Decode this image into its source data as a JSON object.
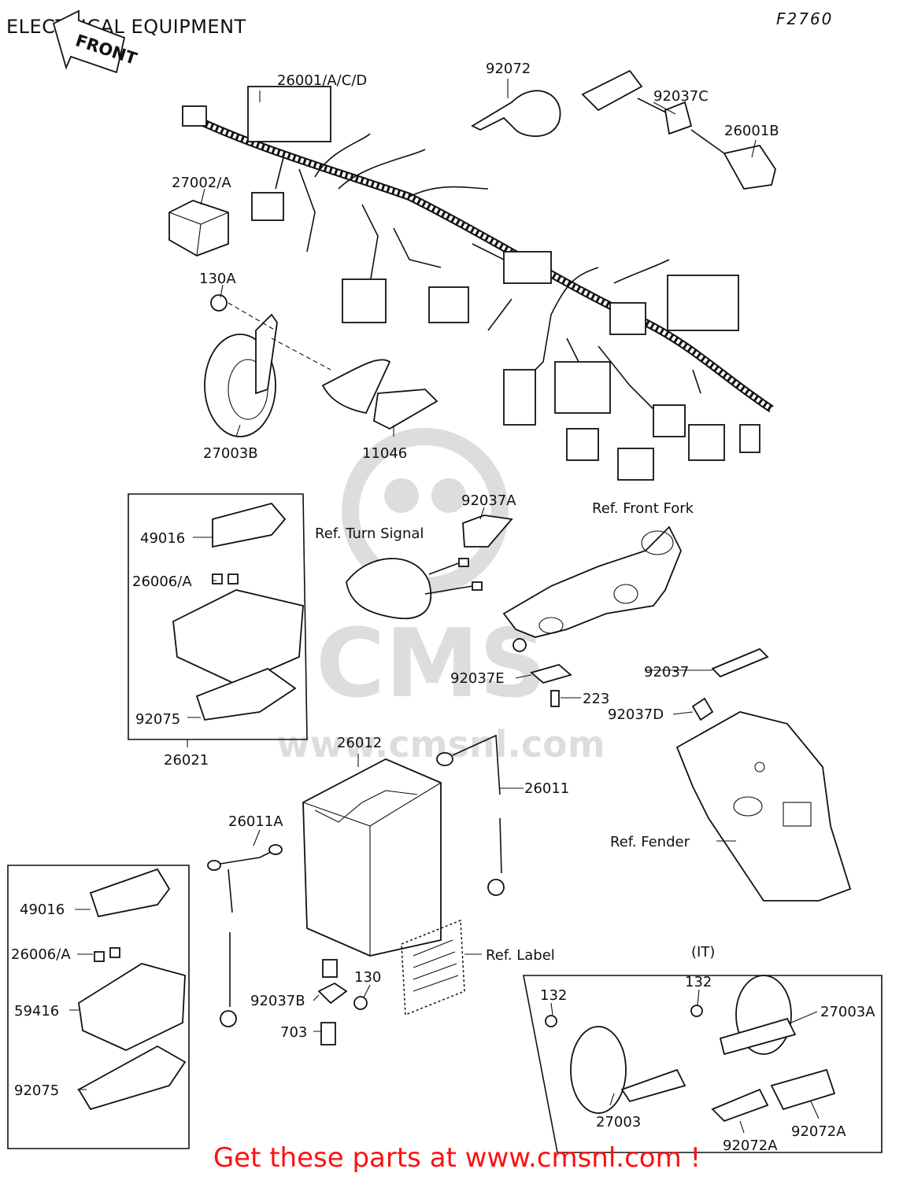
{
  "header": {
    "title": "ELECTRICAL EQUIPMENT",
    "diagram_code": "F2760",
    "front_arrow": "FRONT"
  },
  "watermark": {
    "logo_text": "CMS",
    "url_text": "www.cmsnl.com"
  },
  "labels": {
    "p26001acd": "26001/A/C/D",
    "p92072": "92072",
    "p92037c": "92037C",
    "p26001b": "26001B",
    "p27002a": "27002/A",
    "p130a": "130A",
    "p27003b": "27003B",
    "p11046": "11046",
    "p92037a": "92037A",
    "ref_front_fork": "Ref. Front Fork",
    "ref_turn_signal": "Ref. Turn Signal",
    "p49016_1": "49016",
    "p26006a_1": "26006/A",
    "p92075_1": "92075",
    "p26021": "26021",
    "p92037e": "92037E",
    "p223": "223",
    "p92037": "92037",
    "p92037d": "92037D",
    "p26012": "26012",
    "p26011": "26011",
    "p26011a": "26011A",
    "ref_fender": "Ref. Fender",
    "p49016_2": "49016",
    "p26006a_2": "26006/A",
    "p59416": "59416",
    "p92075_2": "92075",
    "ref_label": "Ref. Label",
    "p130": "130",
    "p92037b": "92037B",
    "p703": "703",
    "it": "(IT)",
    "p132_1": "132",
    "p132_2": "132",
    "p27003a": "27003A",
    "p27003": "27003",
    "p92072a_1": "92072A",
    "p92072a_2": "92072A"
  },
  "footer": {
    "cta": "Get these parts at www.cmsnl.com !"
  }
}
